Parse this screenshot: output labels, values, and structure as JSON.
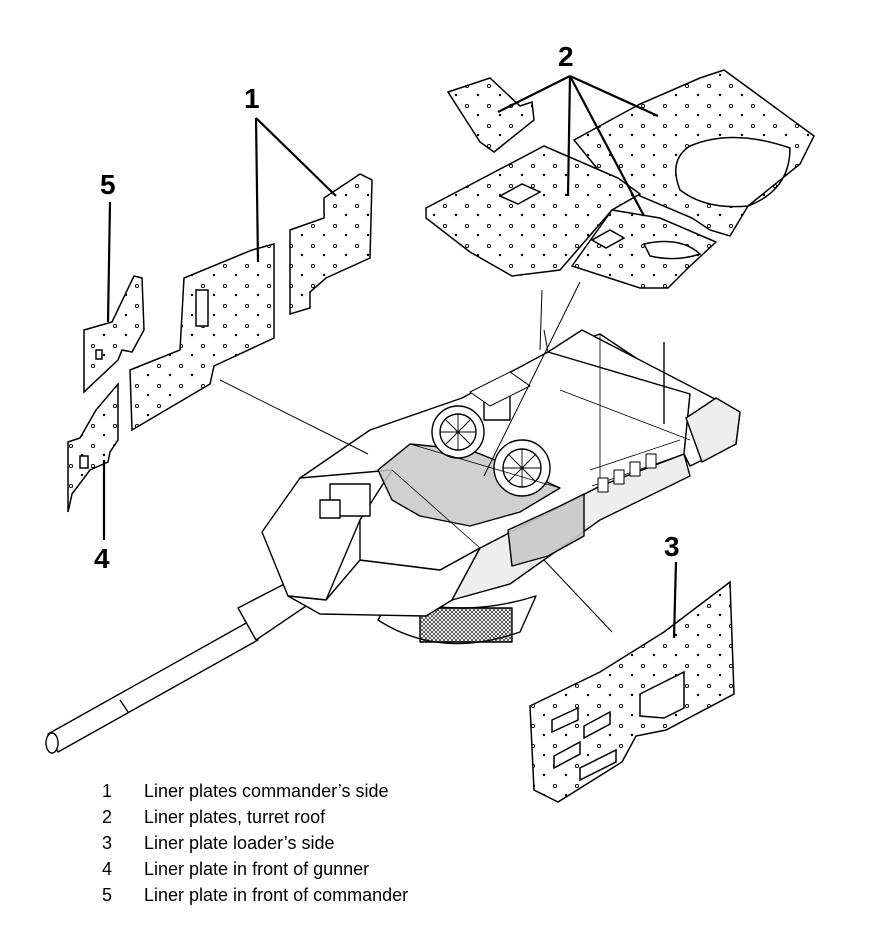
{
  "diagram": {
    "callouts": [
      "1",
      "2",
      "3",
      "4",
      "5"
    ],
    "legend": [
      {
        "num": "1",
        "text": "Liner plates commander’s side"
      },
      {
        "num": "2",
        "text": "Liner plates, turret roof"
      },
      {
        "num": "3",
        "text": "Liner plate loader’s side"
      },
      {
        "num": "4",
        "text": "Liner plate in front of gunner"
      },
      {
        "num": "5",
        "text": "Liner plate in front of commander"
      }
    ]
  },
  "colors": {
    "line": "#000000",
    "fill": "#ffffff",
    "highlight": "#c8c8c8",
    "hull_shade": "#e4e4e4"
  }
}
